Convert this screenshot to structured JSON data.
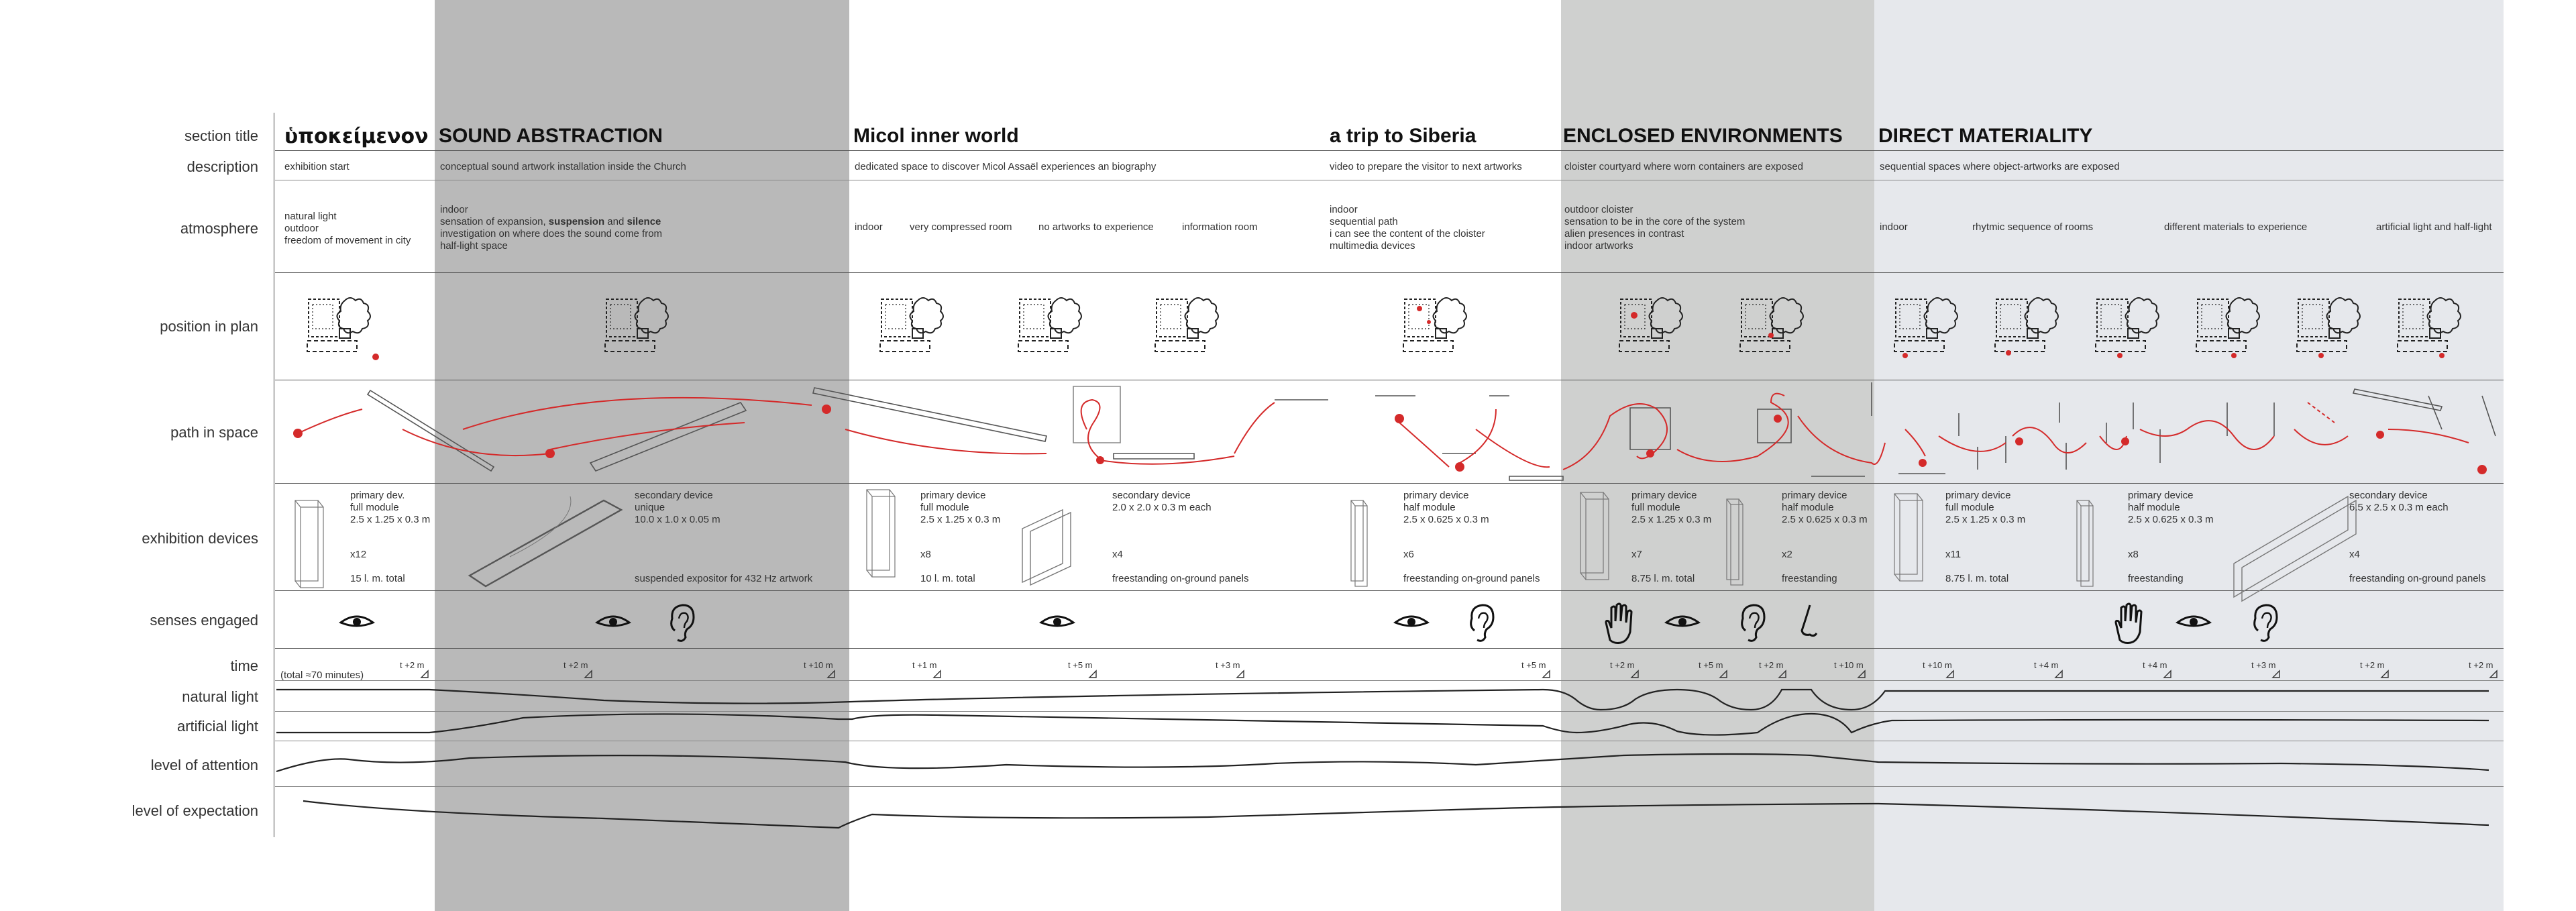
{
  "row_labels": {
    "section_title": "section title",
    "description": "description",
    "atmosphere": "atmosphere",
    "position_in_plan": "position in plan",
    "path_in_space": "path in space",
    "exhibition_devices": "exhibition devices",
    "senses_engaged": "senses engaged",
    "time": "time",
    "natural_light": "natural light",
    "artificial_light": "artificial light",
    "level_of_attention": "level of attention",
    "level_of_expectation": "level of expectation"
  },
  "colors": {
    "sound_bg": "#b9b9b9",
    "enclosed_bg": "#cfd0cf",
    "direct_bg": "#e6e8ec",
    "path_red": "#d42a2a",
    "ink": "#222222"
  },
  "sections": {
    "hypokeimenon": {
      "title": "ὑποκείμενον",
      "description": "exhibition start",
      "atmosphere": [
        "natural light",
        "outdoor",
        "freedom of movement in city"
      ]
    },
    "sound": {
      "title": "SOUND ABSTRACTION",
      "description": "conceptual sound artwork installation inside the Church",
      "atmosphere_line1": "indoor",
      "atmosphere_line2_a": "sensation of expansion, ",
      "atmosphere_line2_b": "suspension",
      "atmosphere_line2_c": " and ",
      "atmosphere_line2_d": "silence",
      "atmosphere_line3": "investigation on where does the sound come from",
      "atmosphere_line4": "half-light space"
    },
    "micol": {
      "title": "Micol inner world",
      "description": "dedicated space to discover Micol Assaël experiences an biography",
      "atm_1": "indoor",
      "atm_2": "very compressed room",
      "atm_3": "no artworks to experience",
      "atm_4": "information room"
    },
    "siberia": {
      "title": "a trip to Siberia",
      "description": "video to prepare the visitor to next artworks",
      "atmosphere": [
        "indoor",
        "sequential path",
        "i can see the content of the cloister",
        "multimedia devices"
      ]
    },
    "enclosed": {
      "title": "ENCLOSED ENVIRONMENTS",
      "description": "cloister courtyard where worn containers are exposed",
      "atmosphere": [
        "outdoor cloister",
        "sensation to be in the core of the system",
        "alien presences in contrast",
        "indoor artworks"
      ]
    },
    "direct": {
      "title": "DIRECT MATERIALITY",
      "description": "sequential spaces where object-artworks are exposed",
      "atm_1": "indoor",
      "atm_2": "rhytmic sequence of rooms",
      "atm_3": "different materials to experience",
      "atm_4": "artificial light and half-light"
    }
  },
  "devices": {
    "d1": [
      "primary dev.",
      "full module",
      "2.5 x 1.25 x 0.3 m"
    ],
    "d1_count": "x12",
    "d1_total": "15 l. m. total",
    "d2": [
      "secondary device",
      "unique",
      "10.0 x 1.0 x 0.05 m"
    ],
    "d2_note": "suspended expositor for 432 Hz artwork",
    "d3": [
      "primary device",
      "full module",
      "2.5 x 1.25 x 0.3 m"
    ],
    "d3_count": "x8",
    "d3_total": "10 l. m. total",
    "d4": [
      "secondary device",
      "",
      "2.0 x 2.0 x 0.3 m each"
    ],
    "d4_count": "x4",
    "d4_note": "freestanding on-ground panels",
    "d5": [
      "primary device",
      "half module",
      "2.5 x 0.625 x 0.3 m"
    ],
    "d5_count": "x6",
    "d5_note": "freestanding on-ground panels",
    "d6": [
      "primary device",
      "full module",
      "2.5 x 1.25 x 0.3 m"
    ],
    "d6_count": "x7",
    "d6_total": "8.75 l. m. total",
    "d7": [
      "primary device",
      "half module",
      "2.5 x 0.625 x 0.3 m"
    ],
    "d7_count": "x2",
    "d7_note": "freestanding",
    "d8": [
      "primary device",
      "full module",
      "2.5 x 1.25 x 0.3 m"
    ],
    "d8_count": "x11",
    "d8_total": "8.75 l. m. total",
    "d9": [
      "primary device",
      "half module",
      "2.5 x 0.625 x 0.3 m"
    ],
    "d9_count": "x8",
    "d9_note": "freestanding",
    "d10": [
      "secondary device",
      "",
      "6.5 x 2.5 x 0.3 m each"
    ],
    "d10_count": "x4",
    "d10_note": "freestanding on-ground panels"
  },
  "senses": {
    "icons": [
      "eye-icon",
      "eye-icon",
      "ear-icon",
      "eye-icon",
      "eye-icon",
      "ear-icon",
      "hand-icon",
      "eye-icon",
      "ear-icon",
      "nose-icon",
      "hand-icon",
      "eye-icon",
      "ear-icon"
    ]
  },
  "time": {
    "total": "(total ≈70 minutes)",
    "ticks": [
      "t +2 m",
      "t +2 m",
      "t +10 m",
      "t +1 m",
      "t +5 m",
      "t +3 m",
      "t +5 m",
      "t +2 m",
      "t +5 m",
      "t +2 m",
      "t +10 m",
      "t +10 m",
      "t +4 m",
      "t +4 m",
      "t +3 m",
      "t +2 m",
      "t +2 m"
    ]
  }
}
